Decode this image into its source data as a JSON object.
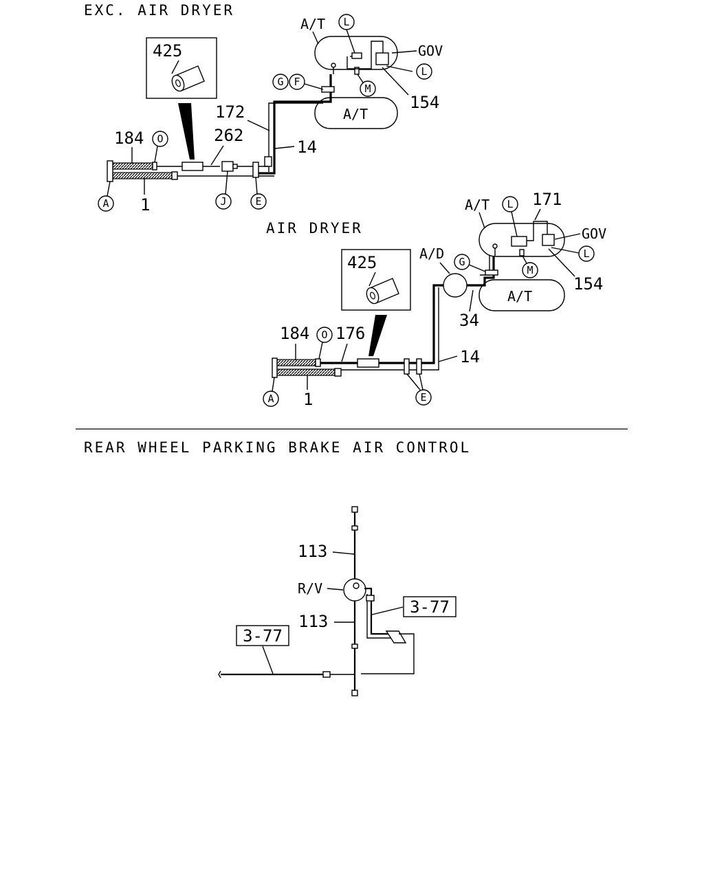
{
  "diagram1": {
    "title": "EXC. AIR DRYER",
    "labels": {
      "insert_part": "425",
      "hose_172": "172",
      "hose_262": "262",
      "pipe_14": "14",
      "hose_184": "184",
      "pipe_1": "1",
      "gov": "GOV",
      "part_154": "154",
      "tank_top": "A/T",
      "tank_bottom": "A/T"
    },
    "markers": {
      "l1": "L",
      "l2": "L",
      "g": "G",
      "f": "F",
      "m": "M",
      "o": "O",
      "a": "A",
      "j": "J",
      "e": "E"
    }
  },
  "diagram2": {
    "title": "AIR DRYER",
    "labels": {
      "insert_part": "425",
      "dryer": "A/D",
      "tank_top": "A/T",
      "tank_bottom": "A/T",
      "part_171": "171",
      "gov": "GOV",
      "part_154": "154",
      "pipe_34": "34",
      "hose_184": "184",
      "hose_176": "176",
      "pipe_14": "14",
      "pipe_1": "1"
    },
    "markers": {
      "l1": "L",
      "l2": "L",
      "g": "G",
      "m": "M",
      "o": "O",
      "a": "A",
      "e": "E"
    }
  },
  "diagram3": {
    "title": "REAR WHEEL PARKING BRAKE AIR CONTROL",
    "labels": {
      "pipe_113_top": "113",
      "valve": "R/V",
      "pipe_113_bottom": "113",
      "ref_right": "3-77",
      "ref_left": "3-77"
    }
  }
}
